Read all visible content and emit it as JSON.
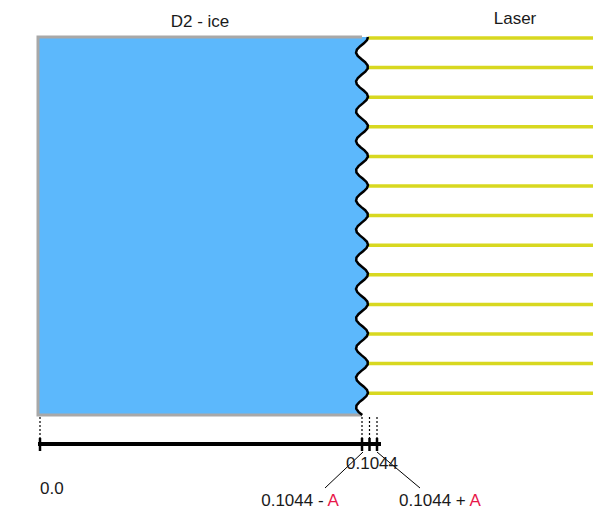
{
  "diagram": {
    "nodes": [
      {
        "text": [
          "D2 - ice"
        ]
      }
    ],
    "labels": [
      "Laser",
      "0.0",
      "0.1044",
      "0.1044 - A",
      "0.1044 + A"
    ]
  }
}
